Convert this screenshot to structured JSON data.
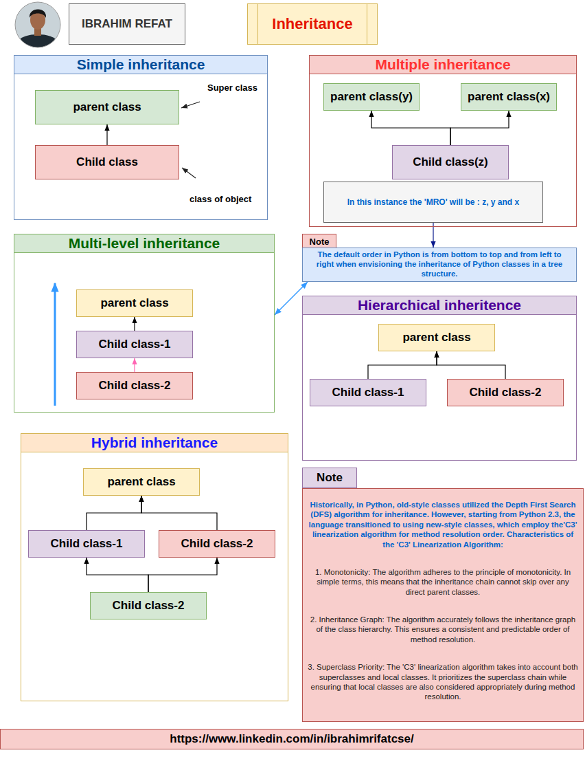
{
  "diagram": {
    "nodes": [
      {
        "text": [
          "IBRAHIM REFAT"
        ]
      },
      {
        "text": [
          "Inheritance"
        ]
      },
      {
        "text": [
          "Simple inheritance"
        ]
      },
      {
        "text": [
          "parent class"
        ],
        "in": 2
      },
      {
        "text": [
          "Child class"
        ],
        "in": 2
      },
      {
        "text": [
          "Multiple inheritance"
        ]
      },
      {
        "text": [
          "parent class(y)"
        ],
        "in": 5
      },
      {
        "text": [
          "parent class(x)"
        ],
        "in": 5
      },
      {
        "text": [
          "Child class(z)"
        ],
        "in": 5
      },
      {
        "text": [
          "In this instance the 'MRO' will be : z, y and x"
        ],
        "in": 5
      },
      {
        "text": [
          "Note"
        ]
      },
      {
        "text": [
          "The default order in Python is from bottom to top and from left to right when envisioning the inheritance of Python classes in a tree structure."
        ]
      },
      {
        "text": [
          "Multi-level inheritance"
        ]
      },
      {
        "text": [
          "parent class"
        ],
        "in": 12
      },
      {
        "text": [
          "Child class-1"
        ],
        "in": 12
      },
      {
        "text": [
          "Child class-2"
        ],
        "in": 12
      },
      {
        "text": [
          "Hierarchical inheritence"
        ]
      },
      {
        "text": [
          "parent class"
        ],
        "in": 16
      },
      {
        "text": [
          "Child class-1"
        ],
        "in": 16
      },
      {
        "text": [
          "Child class-2"
        ],
        "in": 16
      },
      {
        "text": [
          "Hybrid inheritance"
        ]
      },
      {
        "text": [
          "parent class"
        ],
        "in": 20
      },
      {
        "text": [
          "Child class-1"
        ],
        "in": 20
      },
      {
        "text": [
          "Child class-2"
        ],
        "in": 20
      },
      {
        "text": [
          "Child class-2"
        ],
        "in": 20
      },
      {
        "text": [
          "Note"
        ]
      },
      {
        "text": [
          "Historically, in Python, old-style classes utilized the Depth First Search (DFS) algorithm for inheritance. However, starting from Python 2.3, the language transitioned to using new-style classes, which employ the'C3' linearization algorithm for method resolution order. Characteristics of the 'C3' Linearization Algorithm:",
          "1. Monotonicity: The algorithm adheres to the principle of monotonicity. In simple terms, this means that the inheritance chain cannot skip over any direct parent classes.",
          "2. Inheritance Graph: The algorithm accurately follows the inheritance graph of the class hierarchy. This ensures a consistent and predictable order of method resolution.",
          "3. Superclass Priority: The 'C3' linearization algorithm takes into account both superclasses and local classes. It prioritizes the superclass chain while ensuring that local classes are also considered appropriately during method resolution."
        ]
      },
      {
        "text": [
          "https://www.linkedin.com/in/ibrahimrifatcse/"
        ]
      }
    ],
    "edges": [
      {
        "from": 4,
        "to": 3,
        "arrow": "to"
      },
      {
        "from": 8,
        "to": 6,
        "arrow": "to"
      },
      {
        "from": 8,
        "to": 7,
        "arrow": "to"
      },
      {
        "from": 9,
        "to": 11,
        "arrow": "to"
      },
      {
        "from": 14,
        "to": 13,
        "arrow": "to"
      },
      {
        "from": 15,
        "to": 14,
        "arrow": "to"
      },
      {
        "from": 12,
        "to": 11,
        "arrow": "both"
      },
      {
        "from": 18,
        "to": 17,
        "arrow": "to"
      },
      {
        "from": 19,
        "to": 17,
        "arrow": "to"
      },
      {
        "from": 22,
        "to": 21,
        "arrow": "to"
      },
      {
        "from": 23,
        "to": 21,
        "arrow": "to"
      },
      {
        "from": 24,
        "to": 22,
        "arrow": "to"
      },
      {
        "from": 24,
        "to": 23,
        "arrow": "to"
      }
    ],
    "labels": [
      "Super class",
      "class of object"
    ]
  }
}
